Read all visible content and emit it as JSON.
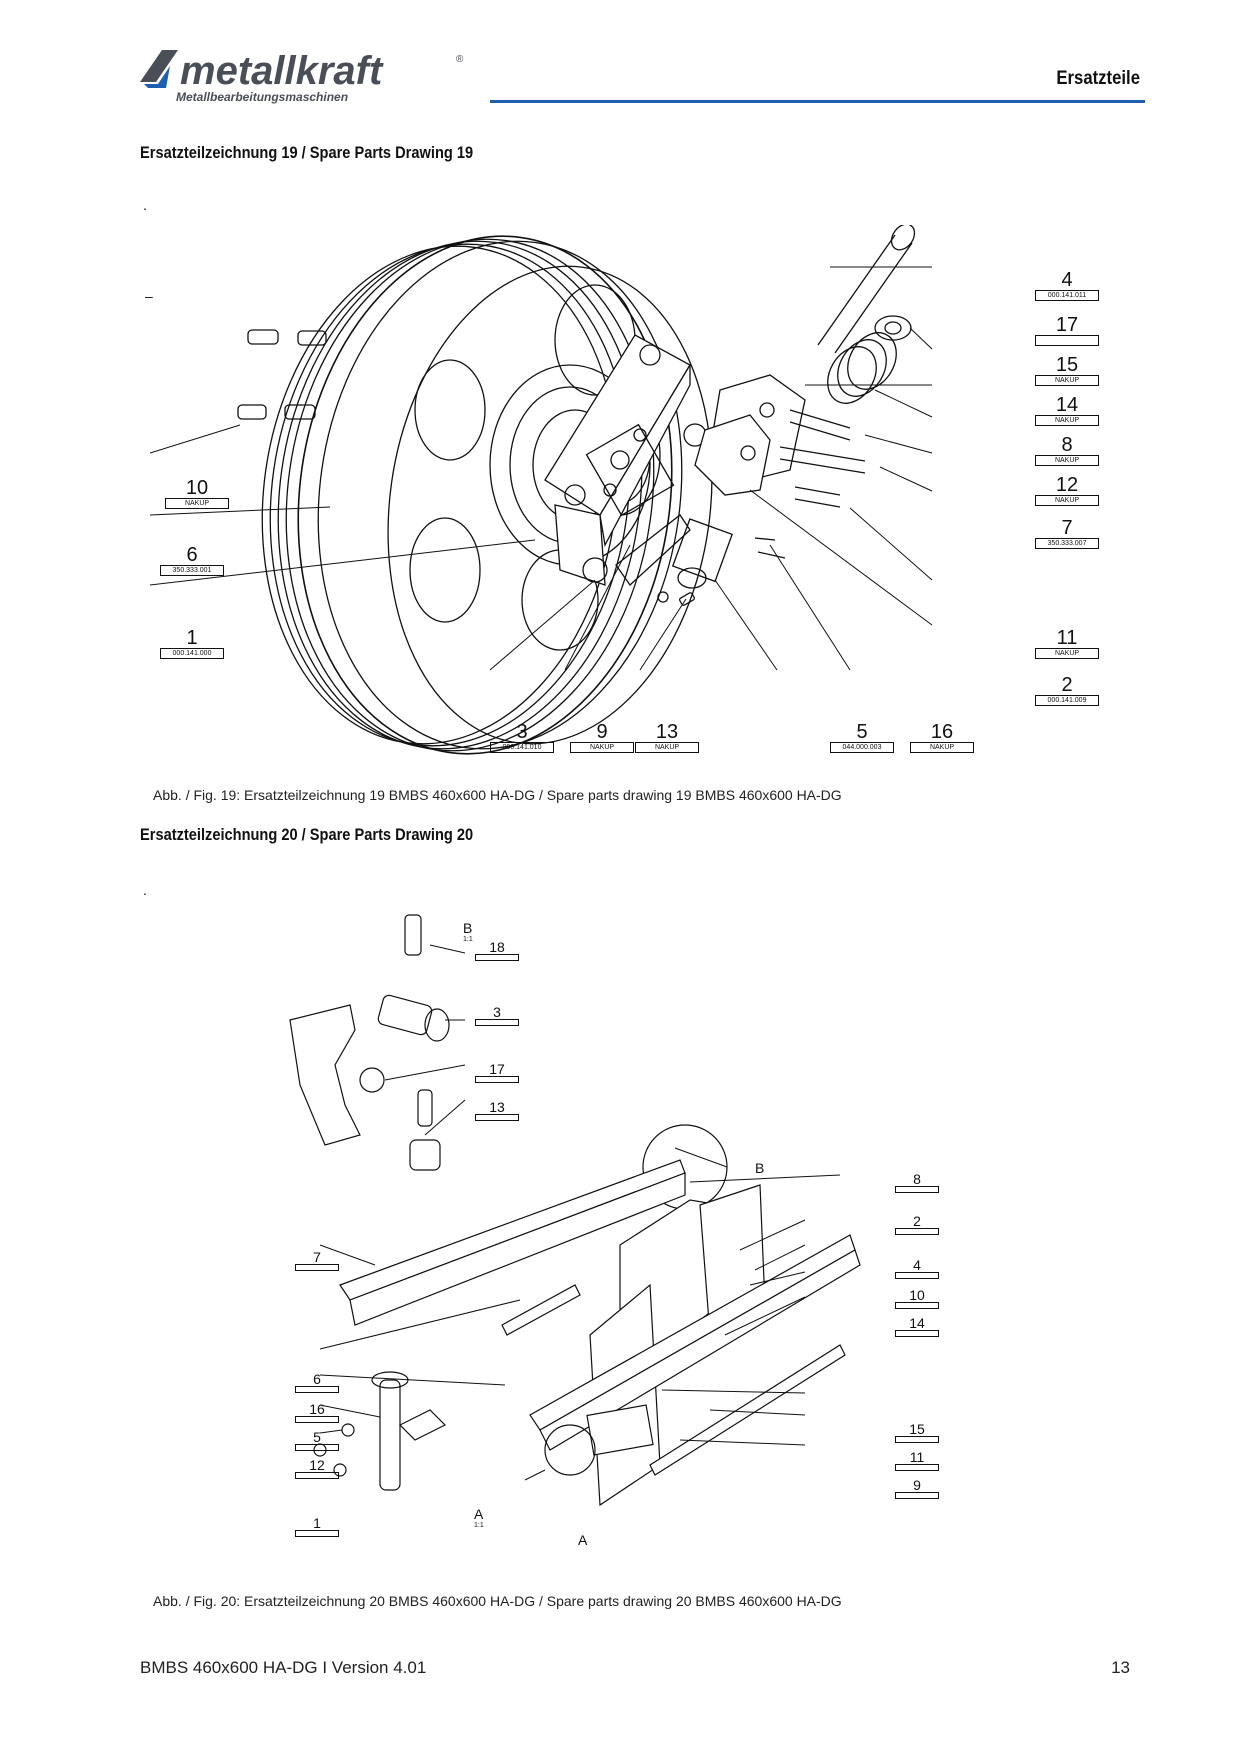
{
  "header": {
    "logo_text": "metallkraft",
    "logo_registered": "®",
    "logo_subtitle": "Metallbearbeitungsmaschinen",
    "section_label": "Ersatzteile"
  },
  "drawing19": {
    "heading": "Ersatzteilzeichnung 19 / Spare Parts Drawing 19",
    "dot": ".",
    "dash": "–",
    "caption": "Abb. / Fig. 19: Ersatzteilzeichnung 19 BMBS 460x600 HA-DG / Spare parts drawing 19 BMBS 460x600 HA-DG",
    "callouts": [
      {
        "num": "4",
        "part": "000.141.011"
      },
      {
        "num": "17",
        "part": ""
      },
      {
        "num": "15",
        "part": "NAKUP"
      },
      {
        "num": "14",
        "part": "NAKUP"
      },
      {
        "num": "8",
        "part": "NAKUP"
      },
      {
        "num": "12",
        "part": "NAKUP"
      },
      {
        "num": "7",
        "part": "350.333.007"
      },
      {
        "num": "11",
        "part": "NAKUP"
      },
      {
        "num": "2",
        "part": "000.141.009"
      },
      {
        "num": "10",
        "part": "NAKUP"
      },
      {
        "num": "6",
        "part": "350.333.001"
      },
      {
        "num": "1",
        "part": "000.141.000"
      },
      {
        "num": "3",
        "part": "000.141.010"
      },
      {
        "num": "9",
        "part": "NAKUP"
      },
      {
        "num": "13",
        "part": "NAKUP"
      },
      {
        "num": "5",
        "part": "044.000.003"
      },
      {
        "num": "16",
        "part": "NAKUP"
      }
    ]
  },
  "drawing20": {
    "heading": "Ersatzteilzeichnung 20 / Spare Parts Drawing 20",
    "dot": ".",
    "caption": "Abb. / Fig. 20: Ersatzteilzeichnung 20 BMBS 460x600 HA-DG / Spare parts drawing 20 BMBS 460x600 HA-DG",
    "detail_b": "B",
    "detail_b_scale": "1:1",
    "detail_a": "A",
    "detail_a_scale": "1:1",
    "callouts": [
      "18",
      "3",
      "17",
      "13",
      "8",
      "2",
      "4",
      "10",
      "14",
      "7",
      "6",
      "16",
      "5",
      "12",
      "15",
      "11",
      "9",
      "1"
    ]
  },
  "footer": {
    "model_version": "BMBS 460x600 HA-DG  I Version 4.01",
    "page_number": "13"
  },
  "colors": {
    "brand_blue": "#1f5fb0",
    "logo_grey": "#4a4f57"
  }
}
